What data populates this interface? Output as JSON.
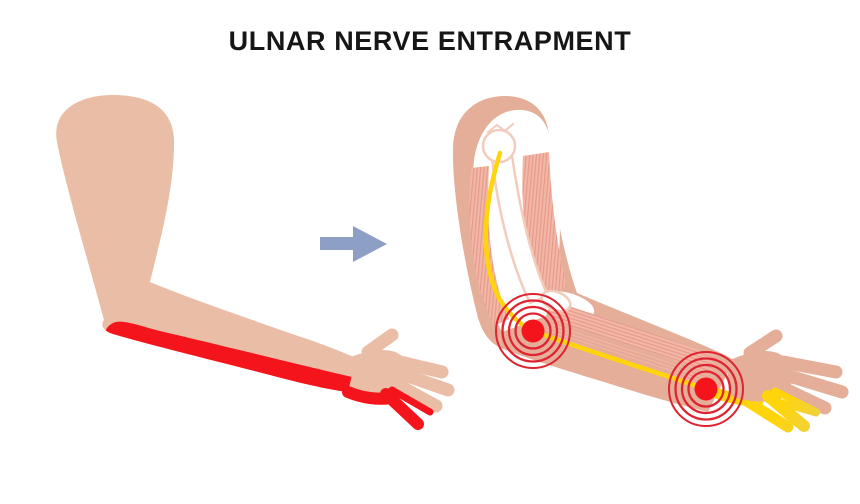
{
  "title": "ULNAR NERVE ENTRAPMENT",
  "figures": {
    "before": "arm-with-ulnar-pain-area",
    "after": "arm-anatomy-with-ulnar-nerve",
    "arrow_icon": "arrow-right-icon",
    "pain_point_icons": [
      "elbow-pain-point-icon",
      "wrist-pain-point-icon"
    ]
  },
  "colors": {
    "background": "#ffffff",
    "title-text": "#161616",
    "skin-left": "#eabda6",
    "skin-right": "#e4ae98",
    "pain-red": "#f4151c",
    "bullseye-red": "#de2430",
    "nerve-yellow": "#ffd40a",
    "nerve-yellow-tip": "#e6d158",
    "arrow-blue": "#8e9fc6",
    "muscle-base": "#f2b7a7",
    "muscle-stripe": "#e08d7c",
    "bone-fill": "#ffffff",
    "bone-outline": "#f2ccbc",
    "inner-white": "#ffffff"
  }
}
